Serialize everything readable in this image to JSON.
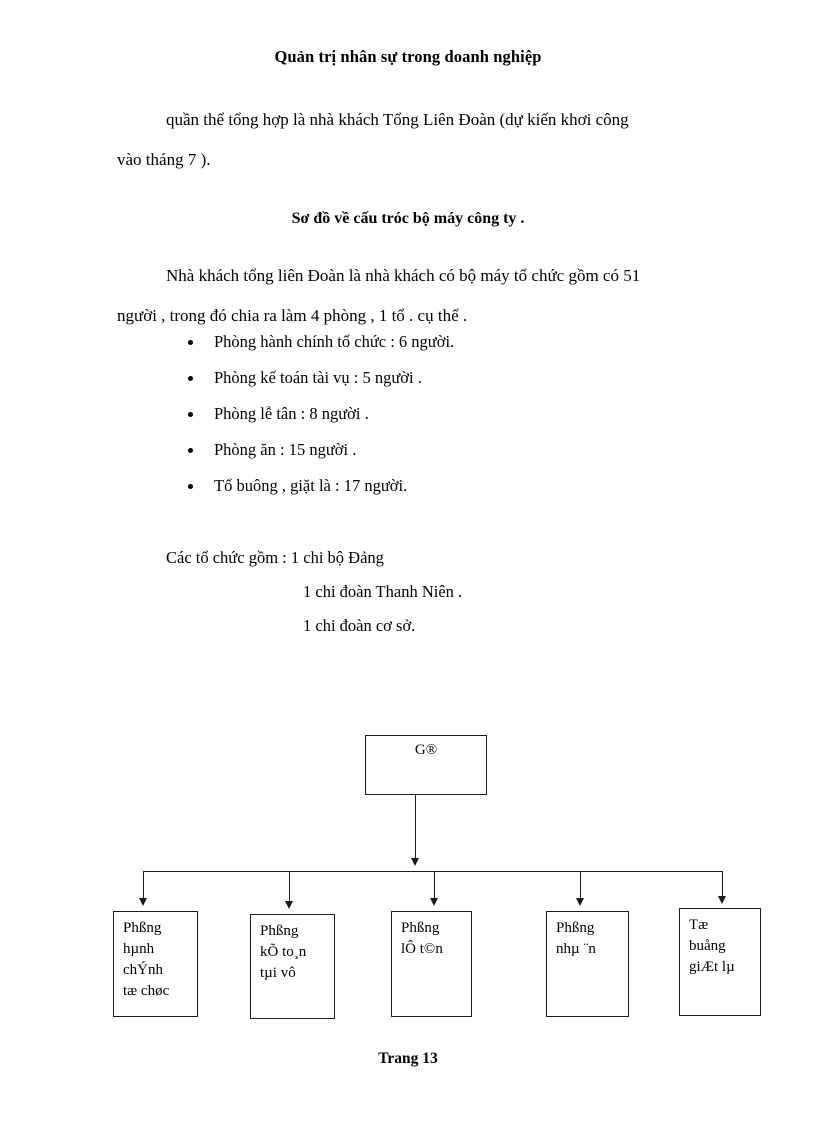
{
  "document": {
    "running_header": "Quản trị nhân sự trong doanh nghiệp",
    "footer": "Trang  13"
  },
  "paragraphs": {
    "intro_line1": "quần thể tổng hợp là nhà khách Tổng Liên Đoàn (dự kiến khơi công",
    "intro_line2": "vào tháng 7 ).",
    "section_heading": "Sơ đồ về cấu tróc bộ máy công ty .",
    "structure_line1": "Nhà khách tổng liên Đoàn là nhà khách có bộ máy tổ chức gồm có 51",
    "structure_line2": "người , trong đó chia ra làm 4 phòng , 1 tổ . cụ thể ."
  },
  "department_list": [
    "Phòng hành chính tổ chức : 6 người.",
    "Phòng kế toán tài vụ : 5 người .",
    "Phòng lễ tân : 8 người .",
    "Phòng ăn : 15 người .",
    "Tổ buông , giặt là : 17 người."
  ],
  "organizations": {
    "lead": "Các tổ chức gồm : 1 chi bộ Đảng",
    "items": [
      "1 chi đoàn Thanh Niên .",
      "1 chi đoàn cơ sở."
    ]
  },
  "org_chart": {
    "root": {
      "label": "G®"
    },
    "children": [
      {
        "label": "Phßng\nhµnh\nchÝnh\ntæ chøc"
      },
      {
        "label": "Phßng\nkÕ to¸n\ntµi vô"
      },
      {
        "label": "Phßng\nlÔ t©n"
      },
      {
        "label": "Phßng\nnhµ ¨n"
      },
      {
        "label": "Tæ\nbuång\ngiÆt lµ"
      }
    ]
  },
  "colors": {
    "ink": "#000000",
    "line": "#1a1a1a",
    "paper": "#ffffff"
  }
}
